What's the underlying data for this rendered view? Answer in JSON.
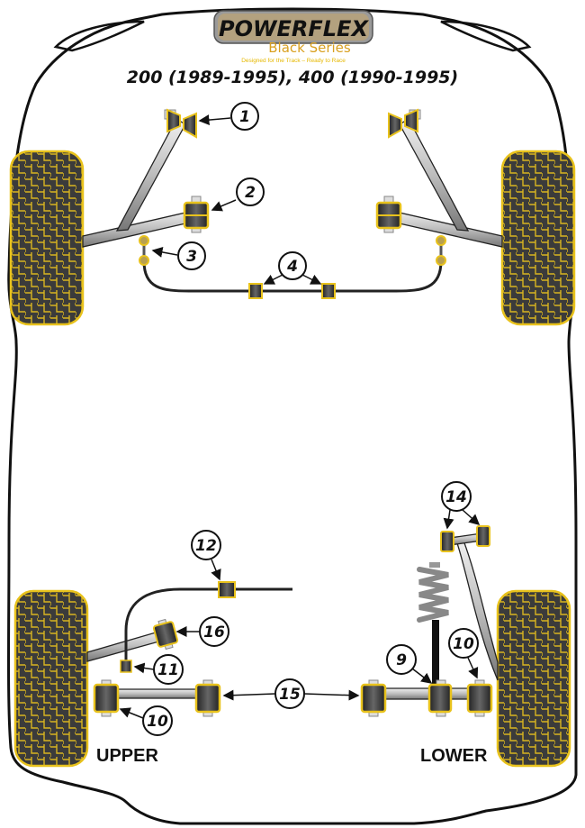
{
  "brand": {
    "name": "POWERFLEX",
    "series": "Black Series",
    "tagline": "Designed for the Track – Ready to Race"
  },
  "title": "200 (1989-1995), 400 (1990-1995)",
  "sections": {
    "upper_label": "UPPER",
    "lower_label": "LOWER"
  },
  "callouts": {
    "c1": "1",
    "c2": "2",
    "c3": "3",
    "c4": "4",
    "c9": "9",
    "c10_upper": "10",
    "c10_lower": "10",
    "c11": "11",
    "c12": "12",
    "c14": "14",
    "c15": "15",
    "c16": "16"
  },
  "colors": {
    "bush_yellow": "#e8c21c",
    "bush_dark": "#3a3a3a",
    "tyre_dark": "#3b3b3b",
    "outline": "#111111"
  }
}
